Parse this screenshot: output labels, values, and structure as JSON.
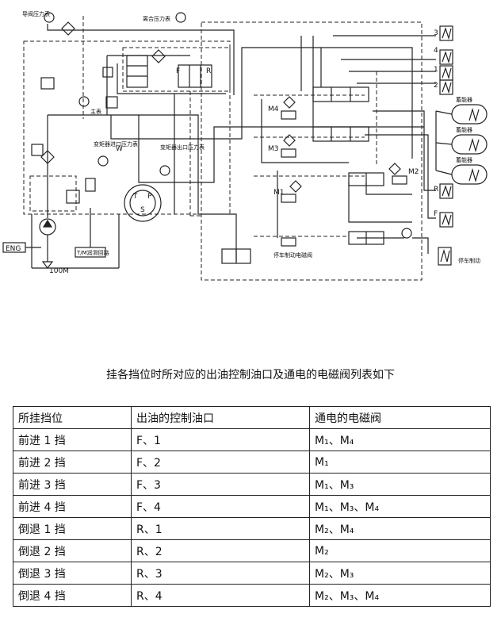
{
  "diagram": {
    "labels": {
      "pilot_gauge": "导阀压力表",
      "clutch_gauge": "离合压力表",
      "main_gauge": "主表",
      "tc_inlet_gauge": "变矩器进口压力表",
      "tc_outlet_gauge": "变矩器出口压力表",
      "m4": "M4",
      "m3": "M3",
      "m2": "M2",
      "m1": "M1",
      "port_3": "3",
      "port_4": "4",
      "port_1": "1",
      "port_2": "2",
      "port_r": "R",
      "port_f": "F",
      "acc_1": "蓄能器",
      "acc_2": "蓄能器",
      "acc_3": "蓄能器",
      "park_brake": "停车制动",
      "park_valve": "停车制动电磁阀",
      "eng": "ENG",
      "tm_circuit": "T/M润滑回路",
      "tank": "100M",
      "pump_t": "T",
      "pump_p": "P",
      "pump_s": "S",
      "valve_w": "W",
      "valve_r": "R",
      "valve_f": "F"
    }
  },
  "caption": "挂各挡位时所对应的出油控制油口及通电的电磁阀列表如下",
  "table": {
    "headers": [
      "所挂挡位",
      "出油的控制油口",
      "通电的电磁阀"
    ],
    "rows": [
      [
        "前进 1 挡",
        "F、1",
        "M₁、M₄"
      ],
      [
        "前进 2 挡",
        "F、2",
        "M₁"
      ],
      [
        "前进 3 挡",
        "F、3",
        "M₁、M₃"
      ],
      [
        "前进 4 挡",
        "F、4",
        "M₁、M₃、M₄"
      ],
      [
        "倒退 1 挡",
        "R、1",
        "M₂、M₄"
      ],
      [
        "倒退 2 挡",
        "R、2",
        "M₂"
      ],
      [
        "倒退 3 挡",
        "R、3",
        "M₂、M₃"
      ],
      [
        "倒退 4 挡",
        "R、4",
        "M₂、M₃、M₄"
      ]
    ]
  }
}
